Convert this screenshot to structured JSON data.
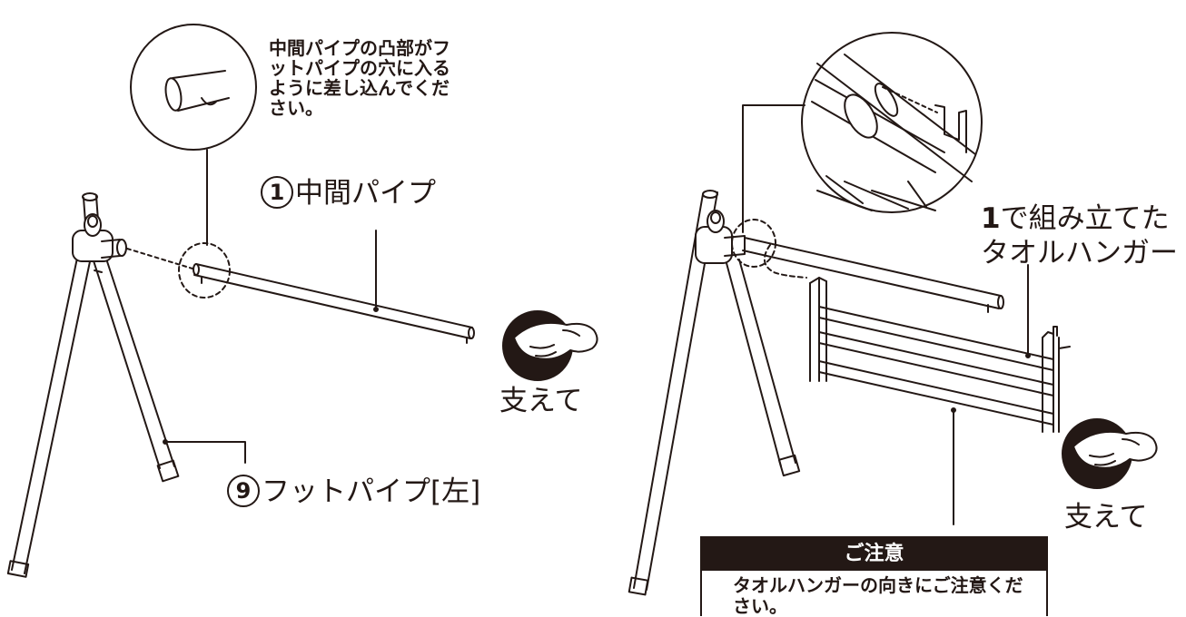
{
  "left_panel": {
    "note": "中間パイプの凸部がフットパイプの穴に入るように差し込んでください。",
    "label_middle_pipe": {
      "num": "1",
      "text": "中間パイプ"
    },
    "label_foot_pipe": {
      "num": "9",
      "text": "フットパイプ[左]"
    },
    "support_label": "支えて"
  },
  "right_panel": {
    "assembled_num": "1",
    "assembled_label_line1": "で組み立てた",
    "assembled_label_line2": "タオルハンガー",
    "support_label": "支えて",
    "caution": {
      "title": "ご注意",
      "body": "タオルハンガーの向きにご注意ください。"
    }
  },
  "colors": {
    "ink": "#231815",
    "paper": "#ffffff"
  }
}
